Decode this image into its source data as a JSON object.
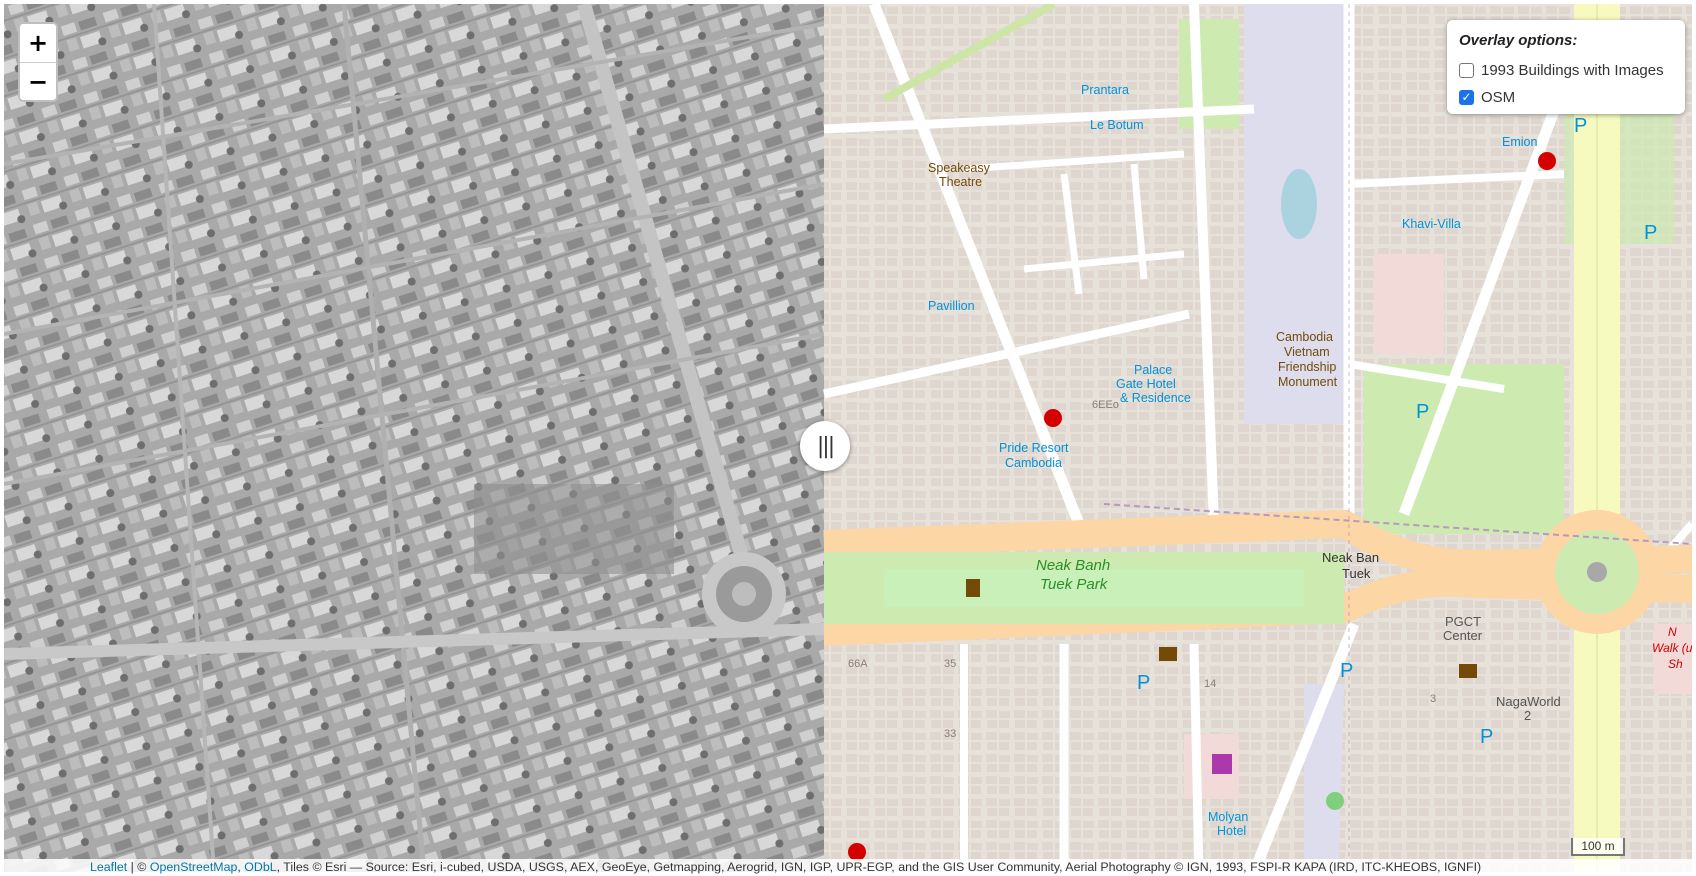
{
  "zoom": {
    "in_label": "+",
    "out_label": "−"
  },
  "overlay": {
    "title": "Overlay options:",
    "options": [
      {
        "label": "1993 Buildings with Images",
        "checked": false
      },
      {
        "label": "OSM",
        "checked": true
      }
    ]
  },
  "split_handle": {
    "glyph": "|||"
  },
  "scale": {
    "label": "100 m"
  },
  "attribution": {
    "leaflet": "Leaflet",
    "sep1": " | © ",
    "osm": "OpenStreetMap",
    "sep2": ", ",
    "odbl": "ODbL",
    "rest": ", Tiles © Esri — Source: Esri, i-cubed, USDA, USGS, AEX, GeoEye, Getmapping, Aerogrid, IGN, IGP, UPR-EGP, and the GIS User Community, Aerial Photography © IGN, 1993, FSPI-R KAPA (IRD, ITC-KHEOBS, IGNFI)"
  },
  "map_labels": {
    "speakeasy": "Speakeasy Theatre",
    "speakeasy_1": "Speakeasy",
    "speakeasy_2": "Theatre",
    "prantara": "Prantara",
    "le_botum": "Le Botum",
    "pavillion": "Pavillion",
    "palace_gate": "Palace Gate Hotel & Residence",
    "palace_gate_1": "Palace",
    "palace_gate_2": "Gate Hotel",
    "palace_gate_3": "& Residence",
    "pride_resort": "Pride Resort Cambodia",
    "pride_resort_1": "Pride Resort",
    "pride_resort_2": "Cambodia",
    "monument": "Cambodia Vietnam Friendship Monument",
    "monument_1": "Cambodia",
    "monument_2": "Vietnam",
    "monument_3": "Friendship",
    "monument_4": "Monument",
    "khavi_villa": "Khavi-Villa",
    "emion": "Emion",
    "neak_banh": "Neak Banh Tuek Park",
    "neak_banh_1": "Neak Banh",
    "neak_banh_2": "Tuek Park",
    "neak_ban_tuek": "Neak Ban Tuek",
    "neak_ban_tuek_1": "Neak Ban",
    "neak_ban_tuek_2": "Tuek",
    "pgct": "PGCT Center",
    "pgct_1": "PGCT",
    "pgct_2": "Center",
    "nagaworld": "NagaWorld 2",
    "nagaworld_1": "NagaWorld",
    "nagaworld_2": "2",
    "molyan": "Molyan Hotel",
    "molyan_1": "Molyan",
    "molyan_2": "Hotel",
    "num_66a": "66A",
    "num_35": "35",
    "num_33": "33",
    "num_14": "14",
    "num_3": "3",
    "num_6eeo": "6EEo",
    "parking": "P",
    "walk_1": "Walk (u",
    "walk_2": "Sh",
    "walk_3": "N"
  }
}
